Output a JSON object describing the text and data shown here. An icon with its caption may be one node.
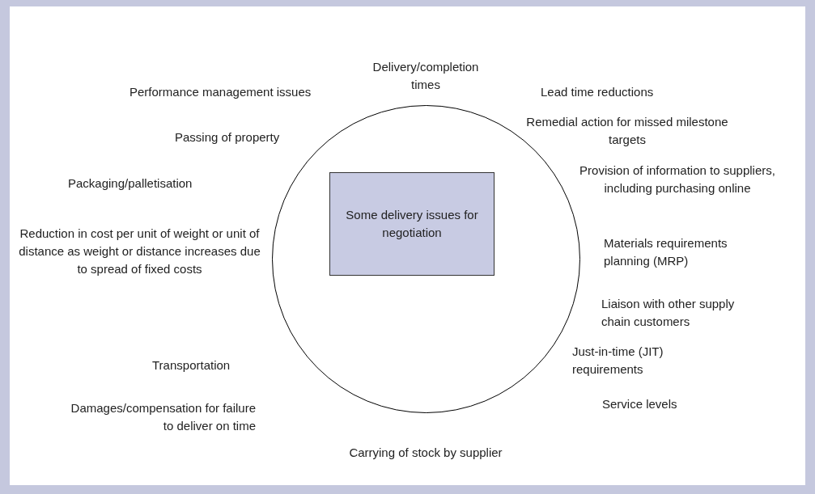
{
  "diagram": {
    "nodes": [
      {
        "text": [],
        "shape": "circle"
      },
      {
        "text": [
          "Some delivery issues for negotiation"
        ],
        "in": 0
      }
    ],
    "labels": [
      "Delivery/completion times",
      "Performance management issues",
      "Lead time reductions",
      "Remedial action for missed milestone targets",
      "Passing of property",
      "Provision of information to suppliers, including purchasing online",
      "Packaging/palletisation",
      "Reduction in cost per unit of weight or unit of distance as weight or distance increases due to spread of fixed costs",
      "Materials requirements planning (MRP)",
      "Liaison with other supply chain customers",
      "Transportation",
      "Just-in-time (JIT) requirements",
      "Damages/compensation for failure to deliver on time",
      "Service levels",
      "Carrying of stock by supplier"
    ]
  }
}
